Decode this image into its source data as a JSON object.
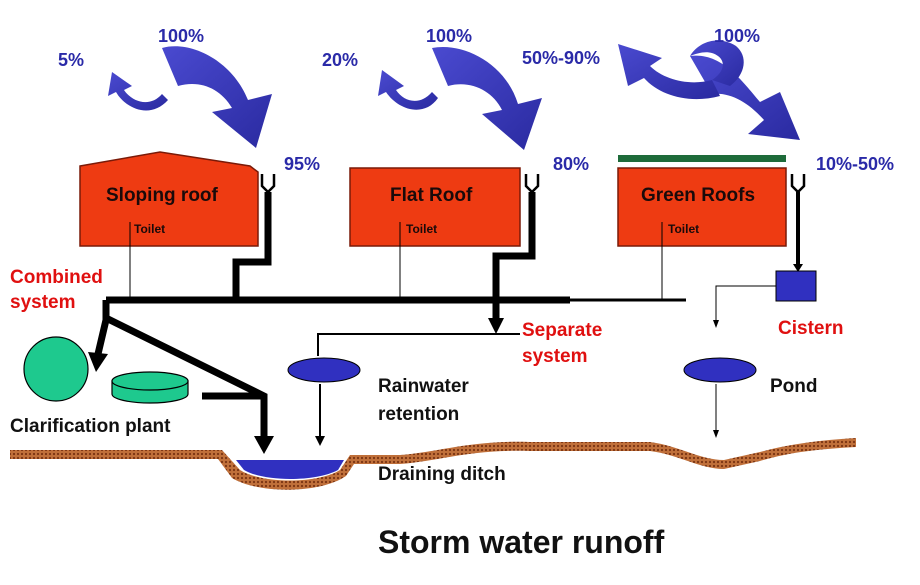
{
  "percents": {
    "sloping_evap": "5%",
    "sloping_rain": "100%",
    "sloping_runoff": "95%",
    "flat_evap": "20%",
    "flat_rain": "100%",
    "flat_runoff": "80%",
    "green_evap": "50%-90%",
    "green_rain": "100%",
    "green_runoff": "10%-50%"
  },
  "roofs": {
    "sloping": "Sloping roof",
    "flat": "Flat Roof",
    "green": "Green Roofs",
    "toilet": "Toilet"
  },
  "labels": {
    "combined_1": "Combined",
    "combined_2": "system",
    "separate_1": "Separate",
    "separate_2": "system",
    "cistern": "Cistern",
    "clarification": "Clarification plant",
    "rainwater_1": "Rainwater",
    "rainwater_2": "retention",
    "pond": "Pond",
    "ditch": "Draining ditch",
    "title": "Storm water runoff"
  },
  "colors": {
    "arrow_blue": "#3a3ac0",
    "roof_red": "#ee3b12",
    "green_strip": "#1e6b3a",
    "plant_teal": "#1ec98e",
    "ground_brown": "#a0522d",
    "water_blue": "#3030c0"
  }
}
